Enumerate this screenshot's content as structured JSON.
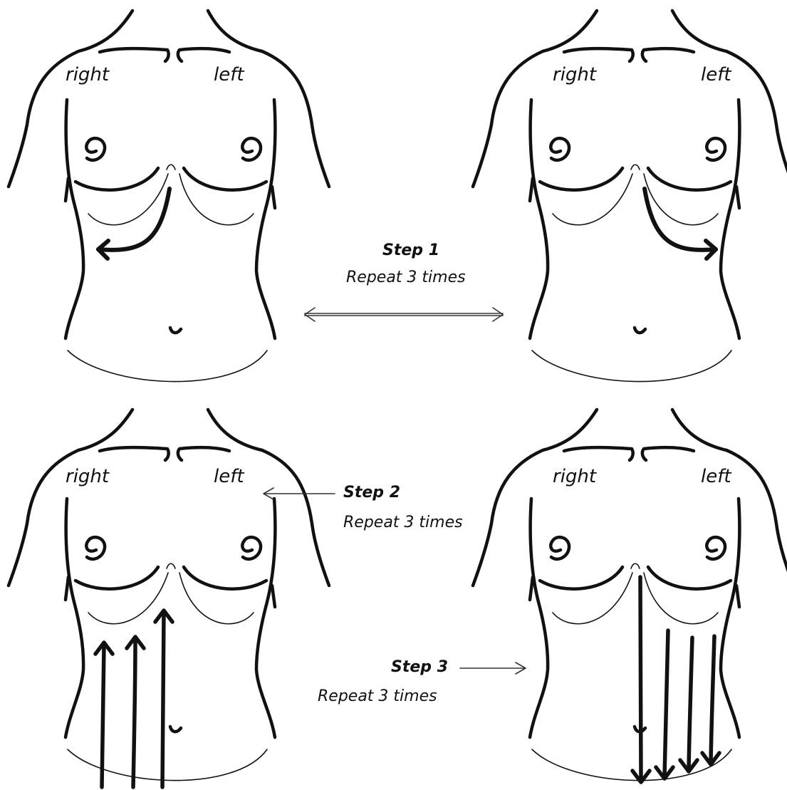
{
  "panels": [
    {
      "id": "step1-right",
      "right_label": "right",
      "left_label": "left"
    },
    {
      "id": "step1-left",
      "right_label": "right",
      "left_label": "left"
    },
    {
      "id": "step2",
      "right_label": "right",
      "left_label": "left"
    },
    {
      "id": "step3",
      "right_label": "right",
      "left_label": "left"
    }
  ],
  "steps": [
    {
      "title": "Step 1",
      "instruction": "Repeat 3 times"
    },
    {
      "title": "Step 2",
      "instruction": "Repeat 3 times"
    },
    {
      "title": "Step 3",
      "instruction": "Repeat 3 times"
    }
  ],
  "colors": {
    "ink": "#111111",
    "background": "#ffffff"
  }
}
